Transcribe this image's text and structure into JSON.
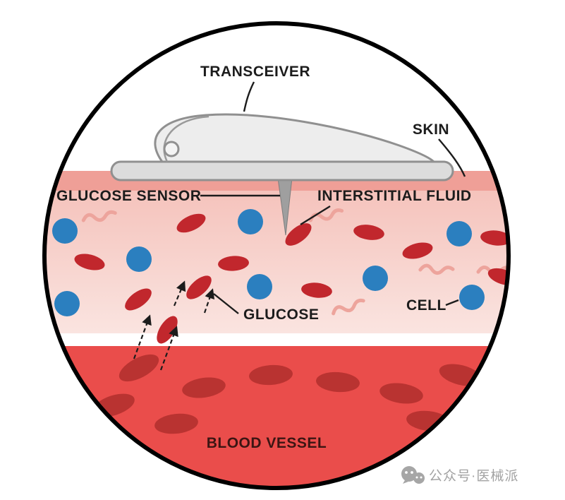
{
  "diagram": {
    "labels": {
      "transceiver": "TRANSCEIVER",
      "skin": "SKIN",
      "glucose_sensor": "GLUCOSE SENSOR",
      "interstitial_fluid": "INTERSTITIAL FLUID",
      "glucose": "GLUCOSE",
      "cell": "CELL",
      "blood_vessel": "BLOOD VESSEL"
    },
    "colors": {
      "outline": "#000000",
      "skin_band": "#ef9f97",
      "interstitial_top": "#f5c3bc",
      "interstitial_bottom": "#fae4e0",
      "blood_vessel": "#ea4d4b",
      "blood_cell": "#b93331",
      "glucose_molecule": "#c1272d",
      "tissue_cell": "#2b7fbf",
      "fiber": "#eda49c",
      "device_body": "#ededed",
      "device_base": "#dcdcdc",
      "sensor": "#9f9f9f",
      "label_text": "#1c1c1c"
    }
  },
  "watermark": {
    "text": "公众号·医械派"
  }
}
